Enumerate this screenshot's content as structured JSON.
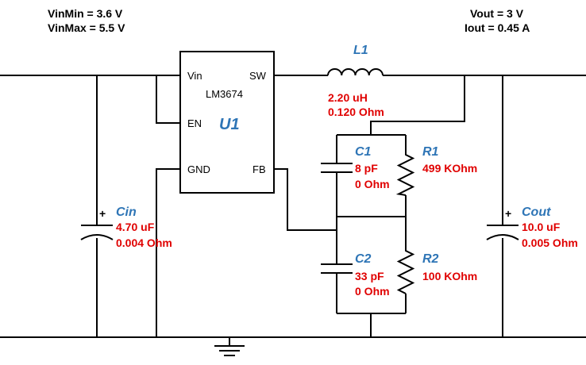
{
  "specs": {
    "vin_min": "VinMin = 3.6 V",
    "vin_max": "VinMax = 5.5 V",
    "vout": "Vout = 3 V",
    "iout": "Iout = 0.45 A"
  },
  "colors": {
    "ref": "#2e75b6",
    "value": "#e00000",
    "wire": "#000000"
  },
  "u1": {
    "ref": "U1",
    "part": "LM3674",
    "pins": {
      "vin": "Vin",
      "sw": "SW",
      "en": "EN",
      "gnd": "GND",
      "fb": "FB"
    }
  },
  "l1": {
    "ref": "L1",
    "value": "2.20 uH",
    "esr": "0.120 Ohm"
  },
  "cin": {
    "ref": "Cin",
    "value": "4.70 uF",
    "esr": "0.004 Ohm"
  },
  "cout": {
    "ref": "Cout",
    "value": "10.0 uF",
    "esr": "0.005 Ohm"
  },
  "c1": {
    "ref": "C1",
    "value": "8 pF",
    "esr": "0 Ohm"
  },
  "c2": {
    "ref": "C2",
    "value": "33 pF",
    "esr": "0 Ohm"
  },
  "r1": {
    "ref": "R1",
    "value": "499 KOhm"
  },
  "r2": {
    "ref": "R2",
    "value": "100 KOhm"
  },
  "polarity": "+"
}
